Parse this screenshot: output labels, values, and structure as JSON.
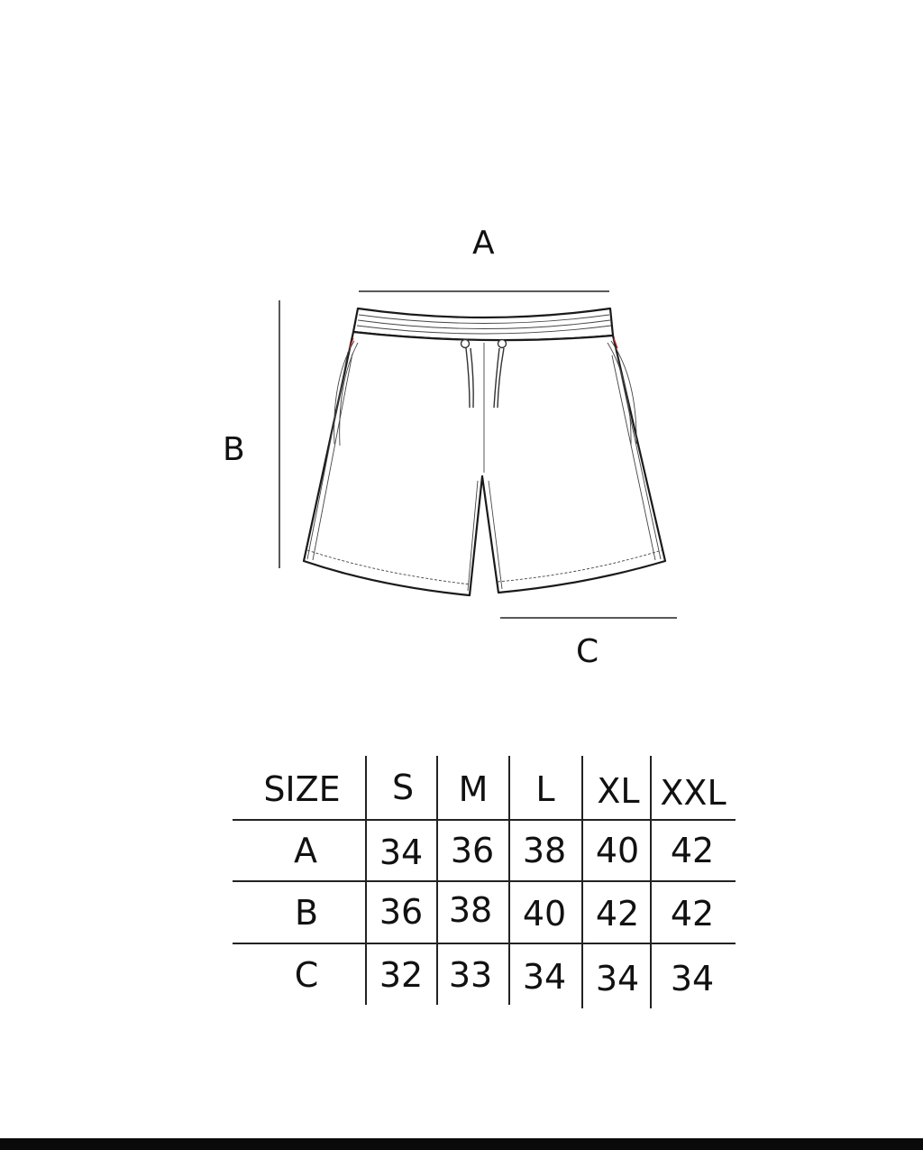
{
  "diagram": {
    "label_a": "A",
    "label_b": "B",
    "label_c": "C"
  },
  "table": {
    "header": [
      "SIZE",
      "S",
      "M",
      "L",
      "XL",
      "XXL"
    ],
    "rows": [
      [
        "A",
        "34",
        "36",
        "38",
        "40",
        "42"
      ],
      [
        "B",
        "36",
        "38",
        "40",
        "42",
        "42"
      ],
      [
        "C",
        "32",
        "33",
        "34",
        "34",
        "34"
      ]
    ]
  },
  "colors": {
    "line": "#222222",
    "pocket_accent": "#c03030",
    "bar": "#0a0a0a"
  }
}
